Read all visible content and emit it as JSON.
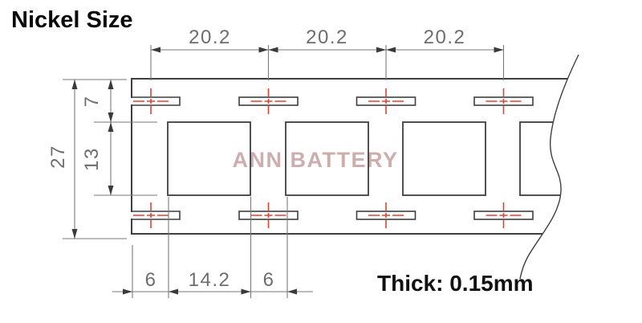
{
  "title": "Nickel Size",
  "watermark": "ANN BATTERY",
  "thickness_label": "Thick: 0.15mm",
  "dimensions": {
    "pitch_top": [
      "20.2",
      "20.2",
      "20.2"
    ],
    "left": {
      "total_height": "27",
      "top_edge_to_hole": "7",
      "hole_height": "13"
    },
    "bottom": {
      "edge_to_hole": "6",
      "hole_width": "14.2",
      "hole_spacing": "6"
    }
  },
  "colors": {
    "outline": "#3f3f3f",
    "dimension_line": "#7a7a7a",
    "dimension_text": "#6e6e6e",
    "arrow": "#3a3a3a",
    "accent_red": "#e5402f",
    "watermark": "#c7a6a6",
    "text": "#111111"
  }
}
